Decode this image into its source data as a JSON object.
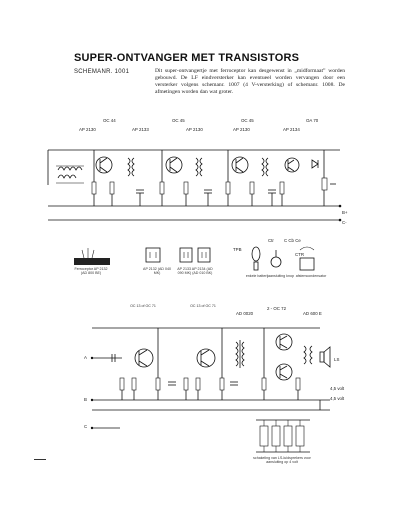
{
  "document": {
    "title": "SUPER-ONTVANGER MET TRANSISTORS",
    "schema_number": "SCHEMANR. 1001",
    "intro": "Dit super-ontvangertje met ferroceptor kan desgewenst in „midformaat” worden gebouwd. De LF eindversterker kan eventueel worden vervangen door een versterker volgens schemanr. 1007 (4 V-versterking) of schemanr. 1008. De afmetingen worden dan wat groter."
  },
  "schematic_top": {
    "transistors": [
      "OC 44",
      "OC 45",
      "OC 45",
      "OA 70"
    ],
    "coil_labels": [
      "AP 2130",
      "AP 2133",
      "AP 2130",
      "AP 2130",
      "AP 2134"
    ],
    "terminals": [
      "B+",
      "C-"
    ]
  },
  "components_row": {
    "labels": [
      "Ferroceptor AP 2132 (AD 800 BE)",
      "AP 2132 (AD 040 MK)",
      "AP 2133 AP 2134 (AD 090 MK) (AD 010 BK)",
      "TPB",
      "Ctr",
      "C Cb Ce",
      "CTR",
      "enkele batterij",
      "aansluiting knop",
      "afstemcondensator"
    ]
  },
  "schematic_bottom": {
    "transistors": [
      "OC 13 of OC 71",
      "OC 13 of OC 71",
      "2 - OC 72"
    ],
    "other_labels": [
      "AD 0020",
      "AD 600 E"
    ],
    "terminals": [
      "A",
      "B",
      "C"
    ],
    "rail_labels": [
      "4,5 volt",
      "4,5 volt"
    ],
    "speaker_label": "LS",
    "battery_caption": "schakeling van LS-luidsprekers voor aansluiting op 4 volt"
  }
}
